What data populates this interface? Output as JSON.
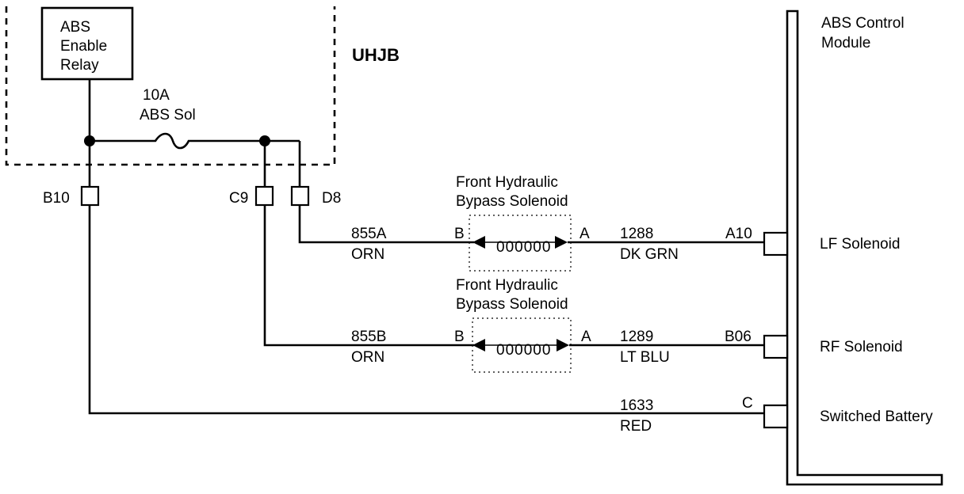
{
  "relay": {
    "line1": "ABS",
    "line2": "Enable",
    "line3": "Relay"
  },
  "fuse": {
    "rating": "10A",
    "name": "ABS Sol"
  },
  "junction_block": "UHJB",
  "module": {
    "line1": "ABS Control",
    "line2": "Module"
  },
  "connectors": {
    "b10": "B10",
    "c9": "C9",
    "d8": "D8",
    "a10": "A10",
    "b06": "B06",
    "c": "C"
  },
  "solenoids": [
    {
      "title1": "Front Hydraulic",
      "title2": "Bypass Solenoid",
      "terminal_left": "B",
      "terminal_right": "A",
      "coil": "000000"
    },
    {
      "title1": "Front Hydraulic",
      "title2": "Bypass Solenoid",
      "terminal_left": "B",
      "terminal_right": "A",
      "coil": "000000"
    }
  ],
  "wires": {
    "w855a": {
      "circuit": "855A",
      "color": "ORN"
    },
    "w855b": {
      "circuit": "855B",
      "color": "ORN"
    },
    "w1288": {
      "circuit": "1288",
      "color": "DK GRN"
    },
    "w1289": {
      "circuit": "1289",
      "color": "LT  BLU"
    },
    "w1633": {
      "circuit": "1633",
      "color": "RED"
    }
  },
  "module_pins": {
    "lf": "LF Solenoid",
    "rf": "RF Solenoid",
    "batt": "Switched Battery"
  }
}
